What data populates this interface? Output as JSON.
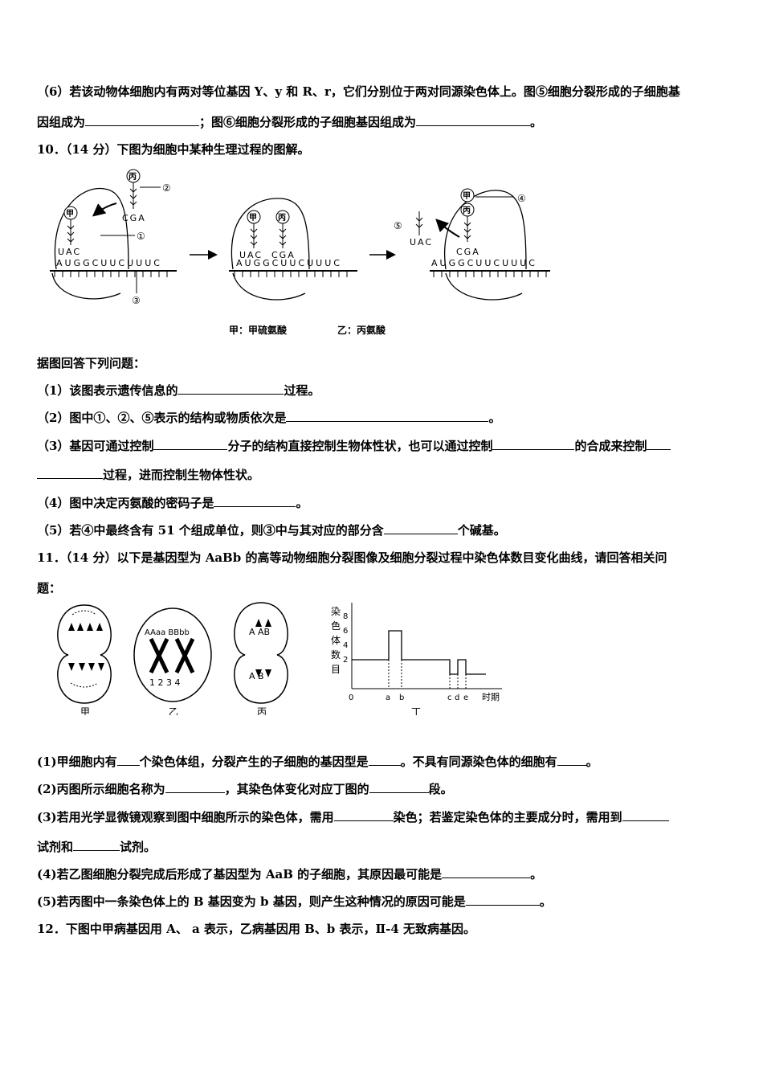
{
  "q9": {
    "p6a": "（6）若该动物体细胞内有两对等位基因 Y、y 和 R、r，它们分别位于两对同源染色体上。图⑤细胞分裂形成的子细胞基",
    "p6b_1": "因组成为",
    "p6b_2": "；图⑥细胞分裂形成的子细胞基因组成为",
    "p6b_3": "。"
  },
  "q10": {
    "header": "10．（14 分）下图为细胞中某种生理过程的图解。",
    "figure": {
      "labels": {
        "bing": "丙",
        "jia": "甲",
        "cga": "CGA",
        "uac": "UAC",
        "mrna": "AUGGCUUCUUUC",
        "c1": "①",
        "c2": "②",
        "c3": "③",
        "c4": "④",
        "c5": "⑤"
      },
      "caption_jia": "甲：甲硫氨酸",
      "caption_yi": "乙：丙氨酸"
    },
    "intro": "据图回答下列问题：",
    "s1a": "（1）该图表示遗传信息的",
    "s1b": "过程。",
    "s2a": "（2）图中①、②、⑤表示的结构或物质依次是",
    "s2b": "。",
    "s3a": "（3）基因可通过控制",
    "s3b": "分子的结构直接控制生物体性状，也可以通过控制",
    "s3c": "的合成来控制",
    "s3d": "过程，进而控制生物体性状。",
    "s4a": "（4）图中决定丙氨酸的密码子是",
    "s4b": "。",
    "s5a": "（5）若④中最终含有 51 个组成单位，则③中与其对应的部分含",
    "s5b": "个碱基。"
  },
  "q11": {
    "header_a": "11．（14 分）以下是基因型为 AaBb 的高等动物细胞分裂图像及细胞分裂过程中染色体数目变化曲线，请回答相关问",
    "header_b": "题：",
    "figure": {
      "cell_labels": [
        "甲",
        "乙",
        "丙",
        "丁"
      ],
      "yi_genes": "AAaa BBbb",
      "yi_nums": "1 2   3 4",
      "bing_top": "A  AB",
      "bing_bot": "A  B",
      "y_axis_chars": [
        "染",
        "色",
        "体",
        "数",
        "目"
      ],
      "y_ticks": [
        "8",
        "6",
        "4",
        "2"
      ],
      "x_ticks": [
        "0",
        "a",
        "b",
        "c",
        "d",
        "e"
      ],
      "x_label": "时期"
    },
    "s1a": "(1)甲细胞内有",
    "s1b": "个染色体组，分裂产生的子细胞的基因型是",
    "s1c": "。不具有同源染色体的细胞有",
    "s1d": "。",
    "s2a": "(2)丙图所示细胞名称为",
    "s2b": "，其染色体变化对应丁图的",
    "s2c": "段。",
    "s3a": "(3)若用光学显微镜观察到图中细胞所示的染色体，需用",
    "s3b": "染色；若鉴定染色体的主要成分时，需用到",
    "s3c": "试剂和",
    "s3d": "试剂。",
    "s4a": "(4)若乙图细胞分裂完成后形成了基因型为 AaB 的子细胞，其原因最可能是",
    "s4b": "。",
    "s5a": "(5)若丙图中一条染色体上的 B 基因变为 b 基因，则产生这种情况的原因可能是",
    "s5b": "。"
  },
  "q12": {
    "header": "12．下图中甲病基因用 A、 a 表示，乙病基因用 B、b 表示，Ⅱ-4 无致病基因。"
  }
}
